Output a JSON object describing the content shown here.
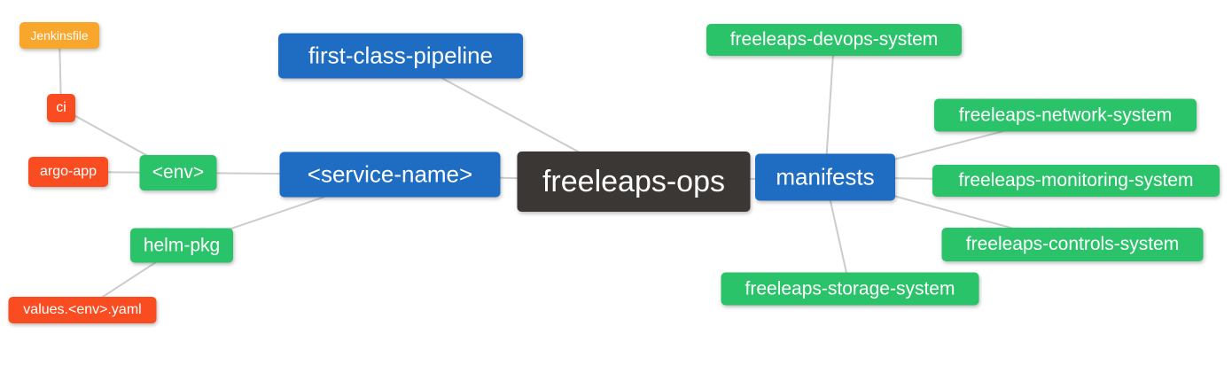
{
  "diagram": {
    "type": "mindmap",
    "background": "#ffffff",
    "edge_color": "#cccccc",
    "colors": {
      "root": "#3b3734",
      "branch_blue": "#1f6dc2",
      "node_green": "#2bc36a",
      "node_red": "#f94d21",
      "node_orange": "#f8a62c",
      "text": "#ffffff"
    }
  },
  "nodes": {
    "root": "freeleaps-ops",
    "pipeline": "first-class-pipeline",
    "service": "<service-name>",
    "manifests": "manifests",
    "env": "<env>",
    "helm_pkg": "helm-pkg",
    "argo_app": "argo-app",
    "ci": "ci",
    "jenkinsfile": "Jenkinsfile",
    "values_yaml": "values.<env>.yaml",
    "devops": "freeleaps-devops-system",
    "network": "freeleaps-network-system",
    "monitoring": "freeleaps-monitoring-system",
    "controls": "freeleaps-controls-system",
    "storage": "freeleaps-storage-system"
  },
  "edges": [
    [
      "jenkinsfile",
      "ci"
    ],
    [
      "ci",
      "env"
    ],
    [
      "argo_app",
      "env"
    ],
    [
      "env",
      "service"
    ],
    [
      "helm_pkg",
      "service"
    ],
    [
      "values_yaml",
      "helm_pkg"
    ],
    [
      "pipeline",
      "root"
    ],
    [
      "service",
      "root"
    ],
    [
      "root",
      "manifests"
    ],
    [
      "manifests",
      "devops"
    ],
    [
      "manifests",
      "network"
    ],
    [
      "manifests",
      "monitoring"
    ],
    [
      "manifests",
      "controls"
    ],
    [
      "manifests",
      "storage"
    ]
  ]
}
